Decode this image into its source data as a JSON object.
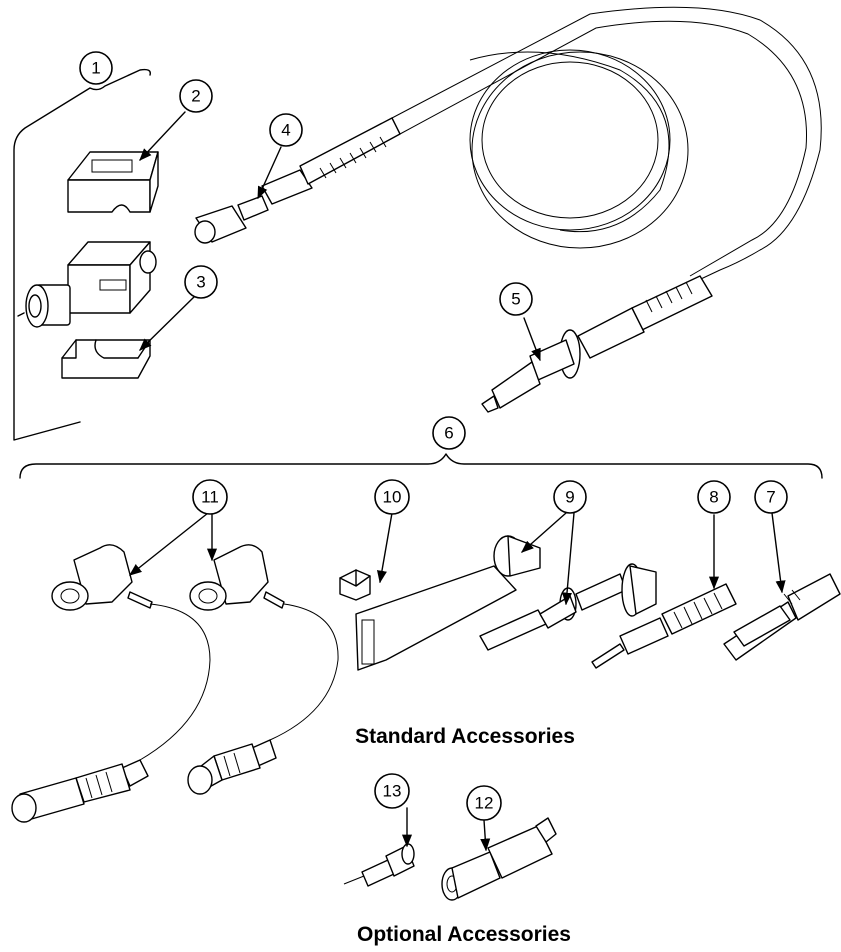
{
  "captions": {
    "standard": "Standard Accessories",
    "optional": "Optional Accessories"
  },
  "callouts": [
    "1",
    "2",
    "3",
    "4",
    "5",
    "6",
    "7",
    "8",
    "9",
    "10",
    "11",
    "12",
    "13"
  ]
}
